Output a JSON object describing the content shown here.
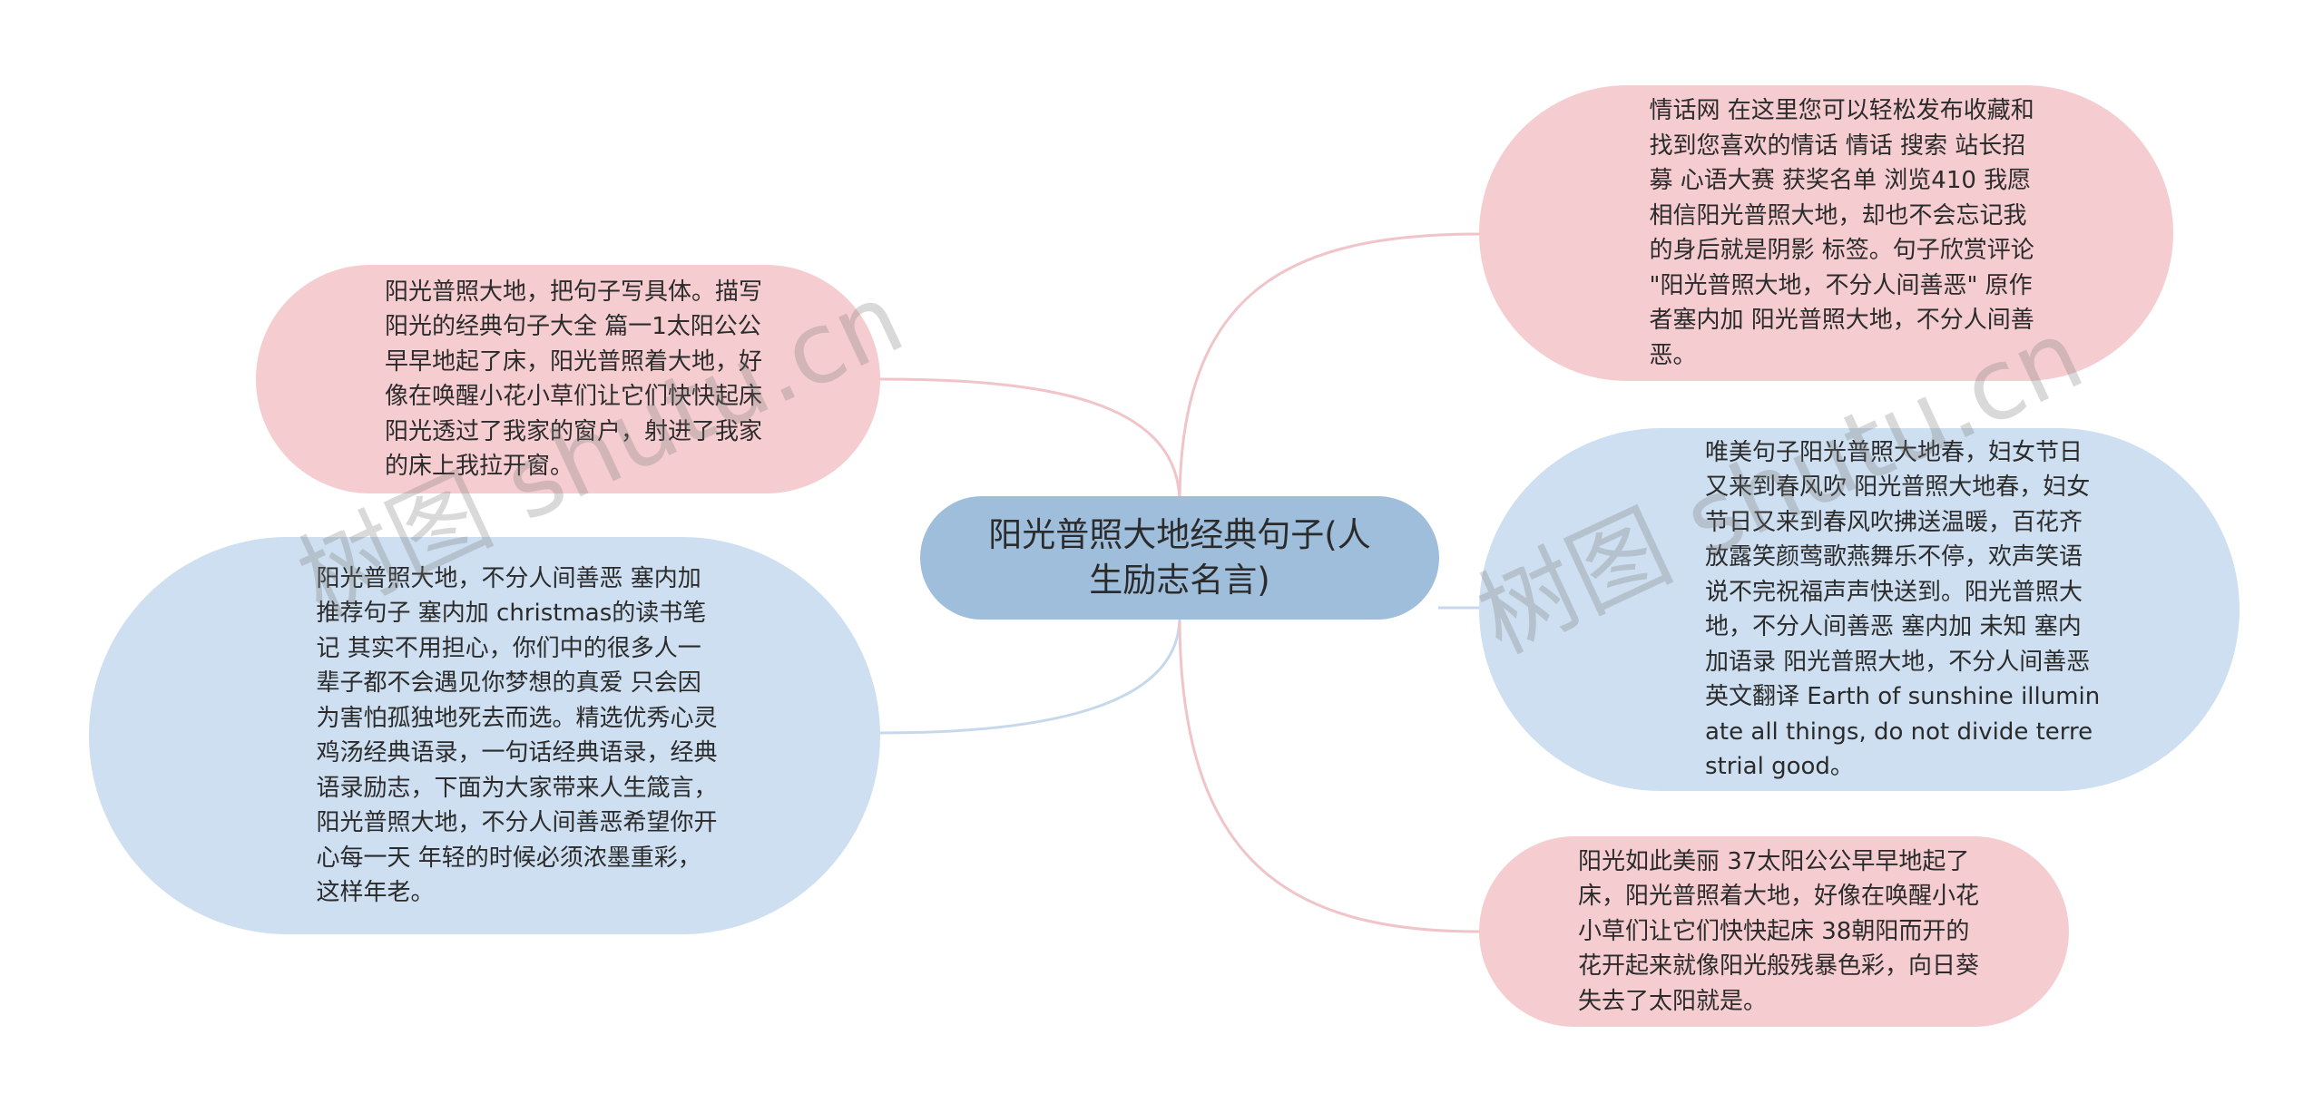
{
  "root": {
    "label": "阳光普照大地经典句子(人生励志名言)"
  },
  "nodes": [
    {
      "id": "left-top",
      "side": "left",
      "color": "pink",
      "text": "阳光普照大地，把句子写具体。描写阳光的经典句子大全 篇一1太阳公公早早地起了床，阳光普照着大地，好像在唤醒小花小草们让它们快快起床阳光透过了我家的窗户，射进了我家的床上我拉开窗。"
    },
    {
      "id": "left-bottom",
      "side": "left",
      "color": "blue",
      "text": "阳光普照大地，不分人间善恶  塞内加 推荐句子 塞内加  christmas的读书笔记 其实不用担心，你们中的很多人一辈子都不会遇见你梦想的真爱 只会因为害怕孤独地死去而选。精选优秀心灵鸡汤经典语录，一句话经典语录，经典语录励志，下面为大家带来人生箴言，阳光普照大地，不分人间善恶希望你开心每一天 年轻的时候必须浓墨重彩，这样年老。"
    },
    {
      "id": "right-top",
      "side": "right",
      "color": "pink",
      "text": "情话网 在这里您可以轻松发布收藏和找到您喜欢的情话 情话 搜索 站长招募 心语大赛 获奖名单 浏览410 我愿相信阳光普照大地，却也不会忘记我的身后就是阴影 标签。句子欣赏评论 \"阳光普照大地，不分人间善恶\" 原作者塞内加 阳光普照大地，不分人间善恶。"
    },
    {
      "id": "right-middle",
      "side": "right",
      "color": "blue",
      "text": "唯美句子阳光普照大地春，妇女节日又来到春风吹 阳光普照大地春，妇女节日又来到春风吹拂送温暖，百花齐放露笑颜莺歌燕舞乐不停，欢声笑语说不完祝福声声快送到。阳光普照大地，不分人间善恶 塞内加 未知 塞内加语录 阳光普照大地，不分人间善恶 英文翻译 Earth of sunshine illuminate all things, do not divide terrestrial good。"
    },
    {
      "id": "right-bottom",
      "side": "right",
      "color": "pink",
      "text": "阳光如此美丽 37太阳公公早早地起了床，阳光普照着大地，好像在唤醒小花小草们让它们快快起床 38朝阳而开的花开起来就像阳光般残暴色彩，向日葵失去了太阳就是。"
    }
  ],
  "watermarks": [
    "树图 shutu.cn",
    "树图 shutu.cn"
  ],
  "colors": {
    "pink": "#f5cdd0",
    "blue": "#cddff0",
    "root": "#9fbedb",
    "link_pink": "#f0c4c8",
    "link_blue": "#c6d9ec"
  }
}
